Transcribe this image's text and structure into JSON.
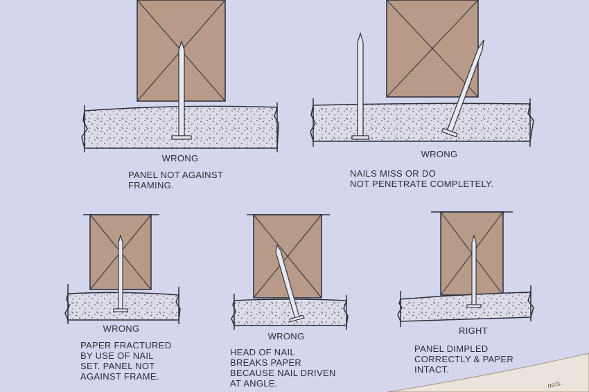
{
  "colors": {
    "background": "#d4d6ee",
    "panel": "#b79a88",
    "plaster": "#dcdce8",
    "ink": "#2b2d3a",
    "nail": "#e8e8f0"
  },
  "panels": [
    {
      "id": "p1",
      "verdict": "WRONG",
      "caption": "PANEL NOT AGAINST\nFRAMING."
    },
    {
      "id": "p2",
      "verdict": "WRONG",
      "caption": "NAILS MISS OR DO\nNOT PENETRATE COMPLETELY."
    },
    {
      "id": "p3",
      "verdict": "WRONG",
      "caption": "PAPER FRACTURED\nBY USE OF NAIL\nSET. PANEL NOT\nAGAINST FRAME."
    },
    {
      "id": "p4",
      "verdict": "WRONG",
      "caption": "HEAD OF NAIL\nBREAKS PAPER\nBECAUSE NAIL DRIVEN\nAT ANGLE."
    },
    {
      "id": "p5",
      "verdict": "RIGHT",
      "caption": "PANEL DIMPLED\nCORRECTLY & PAPER\nINTACT."
    }
  ],
  "corner_text": "nals."
}
